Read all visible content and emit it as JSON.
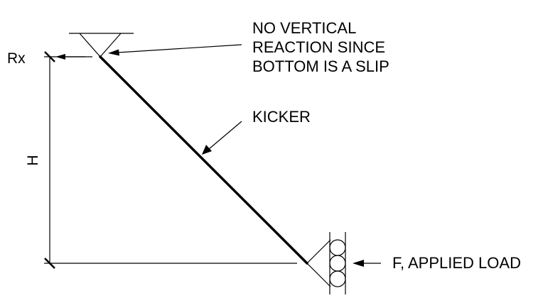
{
  "labels": {
    "rx": "Rx",
    "h": "H",
    "note_line1": "NO VERTICAL",
    "note_line2": "REACTION SINCE",
    "note_line3": "BOTTOM IS A SLIP",
    "kicker": "KICKER",
    "load": "F, APPLIED LOAD"
  },
  "colors": {
    "ink": "#000000",
    "background": "#ffffff"
  }
}
